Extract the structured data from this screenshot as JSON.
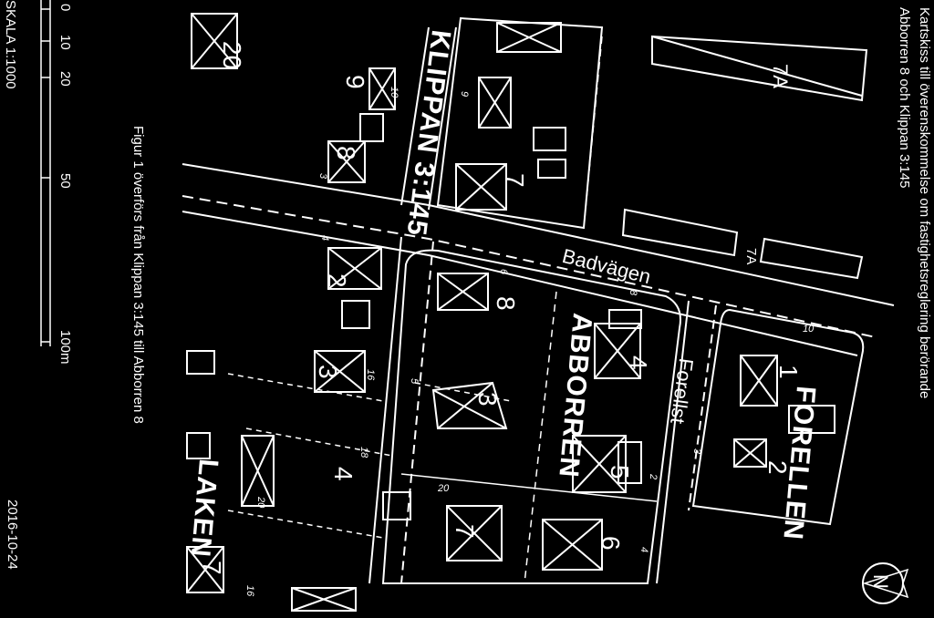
{
  "title_line1": "Kartskiss till överenskommelse om fastighetsreglering berörande",
  "title_line2": "Abborren 8 och Klippan 3:145",
  "figure_caption": "Figur 1 överförs från Klippan 3:145 till Abborren 8",
  "scale_label": "SKALA 1:1000",
  "scale_ticks": [
    "0",
    "10",
    "20",
    "50",
    "100m"
  ],
  "date": "2016-10-24",
  "north_label": "N",
  "colors": {
    "background": "#000000",
    "lines": "#ffffff"
  },
  "labels": {
    "klippan": "KLIPPAN 3:145",
    "badvagen": "Badvägen",
    "abborren": "ABBORREN",
    "forellen": "FORELLEN",
    "forellst": "Forellst",
    "laken": "LAKEN"
  },
  "lot_numbers": {
    "n7a_top": "7A",
    "n7a_road": "7A",
    "n20": "20",
    "n9": "9",
    "n8_left": "8",
    "n7": "7",
    "n2": "2",
    "n3": "3",
    "n4": "4",
    "n1": "1",
    "n2_forellen": "2",
    "n8_abb": "8",
    "n4_abb": "4",
    "n3_abb": "3",
    "n5_abb": "5",
    "n7_abb": "7",
    "n6_abb": "6",
    "n7_laken": "7"
  },
  "small_numbers": [
    "10",
    "9",
    "3",
    "4",
    "6",
    "8",
    "10",
    "16",
    "5",
    "18",
    "20",
    "3",
    "2",
    "4",
    "20",
    "16"
  ]
}
